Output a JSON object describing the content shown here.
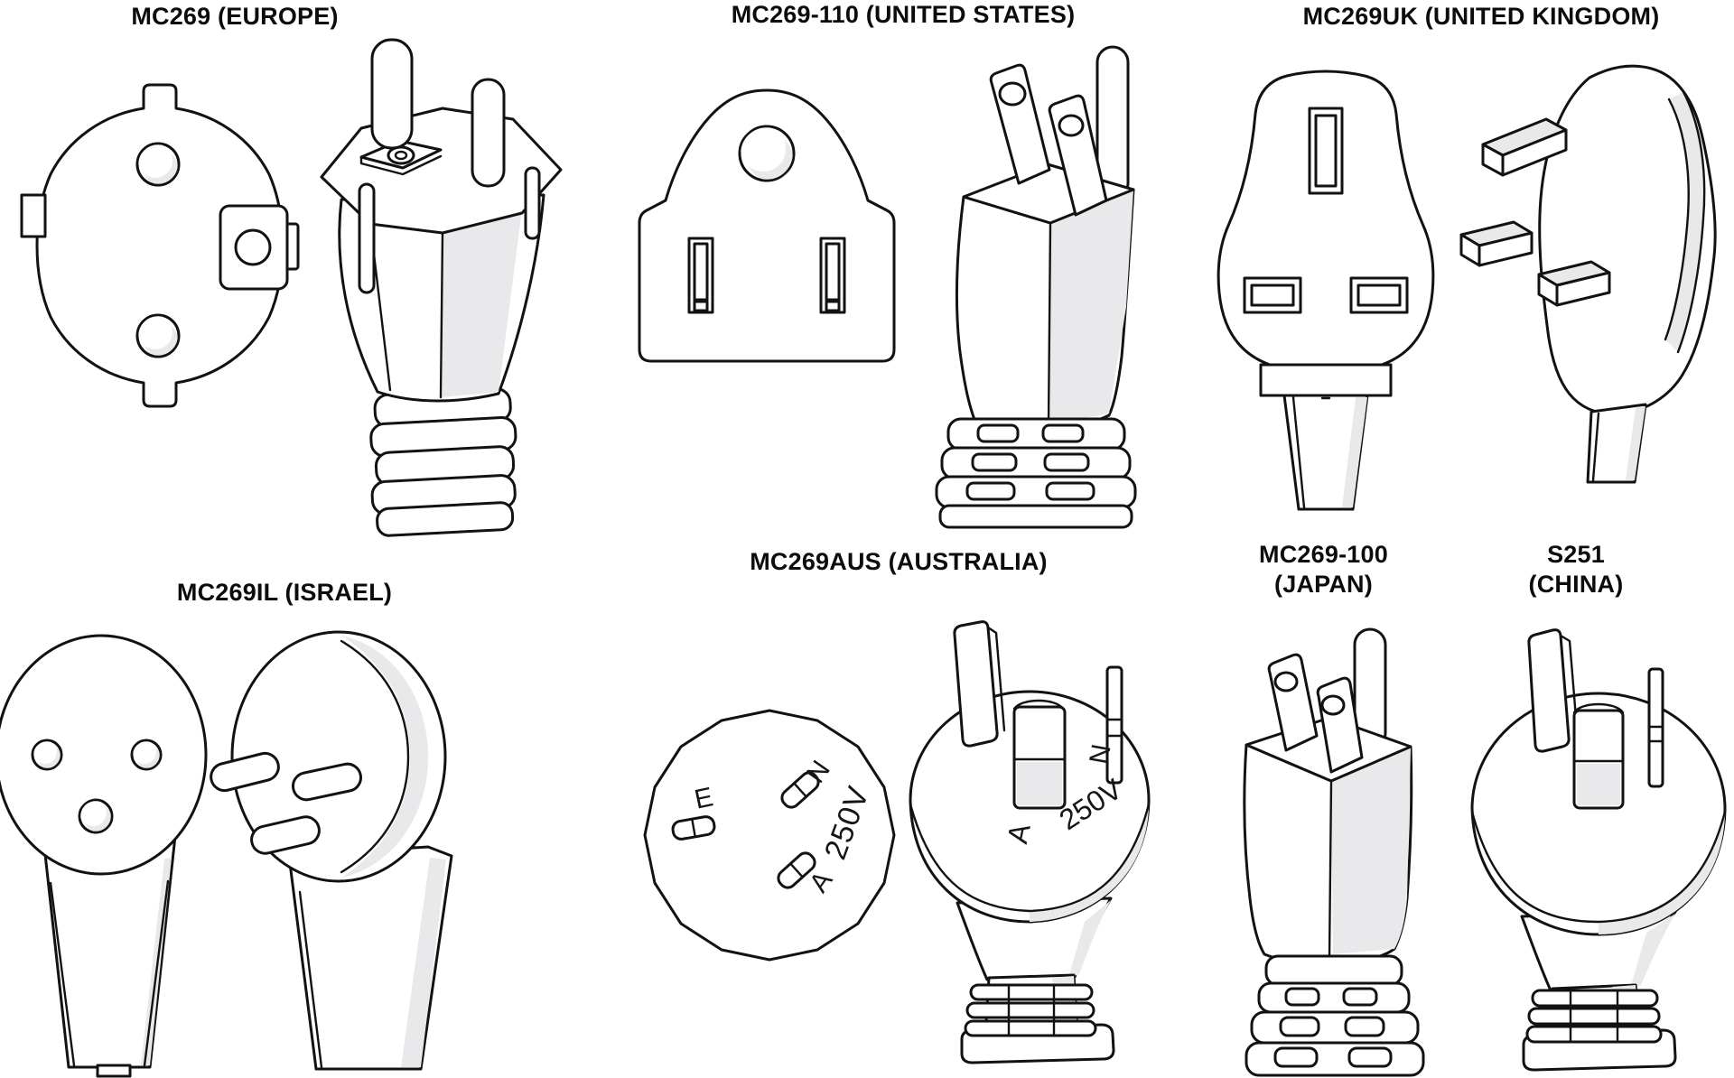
{
  "figure": {
    "background_color": "#ffffff",
    "line_color": "#121212",
    "shade_color": "#e9e9eb"
  },
  "plugs": {
    "europe": {
      "label": "MC269 (EUROPE)"
    },
    "united_states": {
      "label": "MC269-110 (UNITED STATES)"
    },
    "united_kingdom": {
      "label": "MC269UK (UNITED KINGDOM)"
    },
    "israel": {
      "label": "MC269IL (ISRAEL)"
    },
    "australia": {
      "label": "MC269AUS (AUSTRALIA)",
      "face_markings": {
        "earth": "E",
        "neutral": "N",
        "active": "A",
        "voltage": "250V"
      }
    },
    "japan": {
      "label_line1": "MC269-100",
      "label_line2": "(JAPAN)"
    },
    "china": {
      "label_line1": "S251",
      "label_line2": "(CHINA)"
    }
  }
}
